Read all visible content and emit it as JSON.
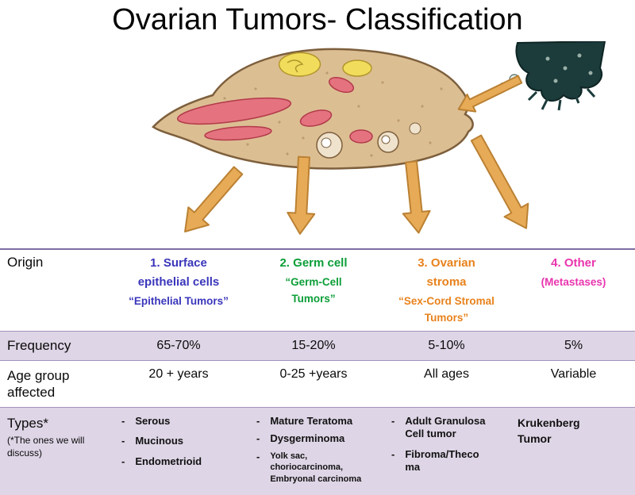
{
  "title": "Ovarian Tumors- Classification",
  "bullet": "-",
  "colors": {
    "col1_blue": "#3a36bb",
    "col2_green": "#0c9e38",
    "col3_orange": "#e8821c",
    "col4_magenta": "#e935ae",
    "band_lavender": "#ded5e6",
    "arrow_orange": "#e7ab57"
  },
  "rows": {
    "origin_label": "Origin",
    "frequency_label": "Frequency",
    "age_label": "Age group affected",
    "types_label": "Types*",
    "types_note": "(*The ones we will discuss)"
  },
  "columns": [
    {
      "origin": "1. Surface epithelial cells",
      "origin_sub": "“Epithelial Tumors”",
      "frequency": "65-70%",
      "age": "20 + years",
      "types": [
        "Serous",
        "Mucinous",
        "Endometrioid"
      ]
    },
    {
      "origin": "2. Germ cell",
      "origin_sub": "“Germ-Cell Tumors”",
      "frequency": "15-20%",
      "age": "0-25 +years",
      "types": [
        "Mature Teratoma",
        "Dysgerminoma",
        "Yolk sac, choriocarcinoma, Embryonal carcinoma"
      ]
    },
    {
      "origin": "3. Ovarian stroma",
      "origin_sub": "“Sex-Cord Stromal Tumors”",
      "frequency": "5-10%",
      "age": "All ages",
      "types": [
        "Adult Granulosa Cell tumor",
        "Fibroma/Thecoma"
      ]
    },
    {
      "origin": "4. Other",
      "origin_sub": "(Metastases)",
      "frequency": "5%",
      "age": "Variable",
      "types": [
        "Krukenberg Tumor"
      ]
    }
  ]
}
